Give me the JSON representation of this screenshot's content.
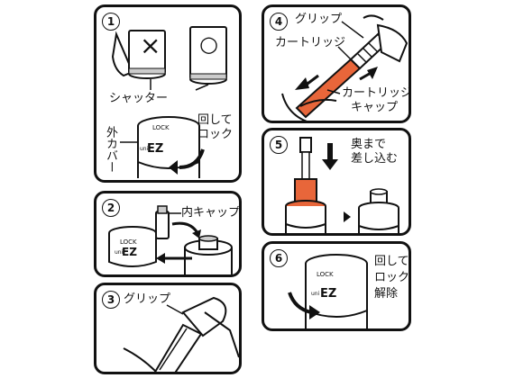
{
  "steps": {
    "s1": {
      "number": "1",
      "wrong_mark": "×",
      "right_mark": "○",
      "shutter_label": "シャッター",
      "outer_cover_label": "外カバー",
      "rotate_lock_label": [
        "回して",
        "ロック"
      ],
      "brand_logo": "EZ",
      "brand_small": "uni",
      "lock_text": "LOCK"
    },
    "s2": {
      "number": "2",
      "inner_cap_label": "内キャップ",
      "brand_logo": "EZ",
      "brand_small": "uni",
      "lock_text": "LOCK"
    },
    "s3": {
      "number": "3",
      "grip_label": "グリップ"
    },
    "s4": {
      "number": "4",
      "grip_label": "グリップ",
      "cartridge_label": "カートリッジ",
      "cartridge_cap_label": [
        "カートリッジ",
        "キャップ"
      ]
    },
    "s5": {
      "number": "5",
      "insert_label": [
        "奥まで",
        "差し込む"
      ]
    },
    "s6": {
      "number": "6",
      "rotate_unlock_label": [
        "回して",
        "ロック",
        "解除"
      ],
      "brand_logo": "EZ",
      "brand_small": "uni",
      "lock_text": "LOCK"
    }
  },
  "colors": {
    "line": "#111111",
    "accent": "#e8663a",
    "panel_bg": "#ffffff"
  }
}
